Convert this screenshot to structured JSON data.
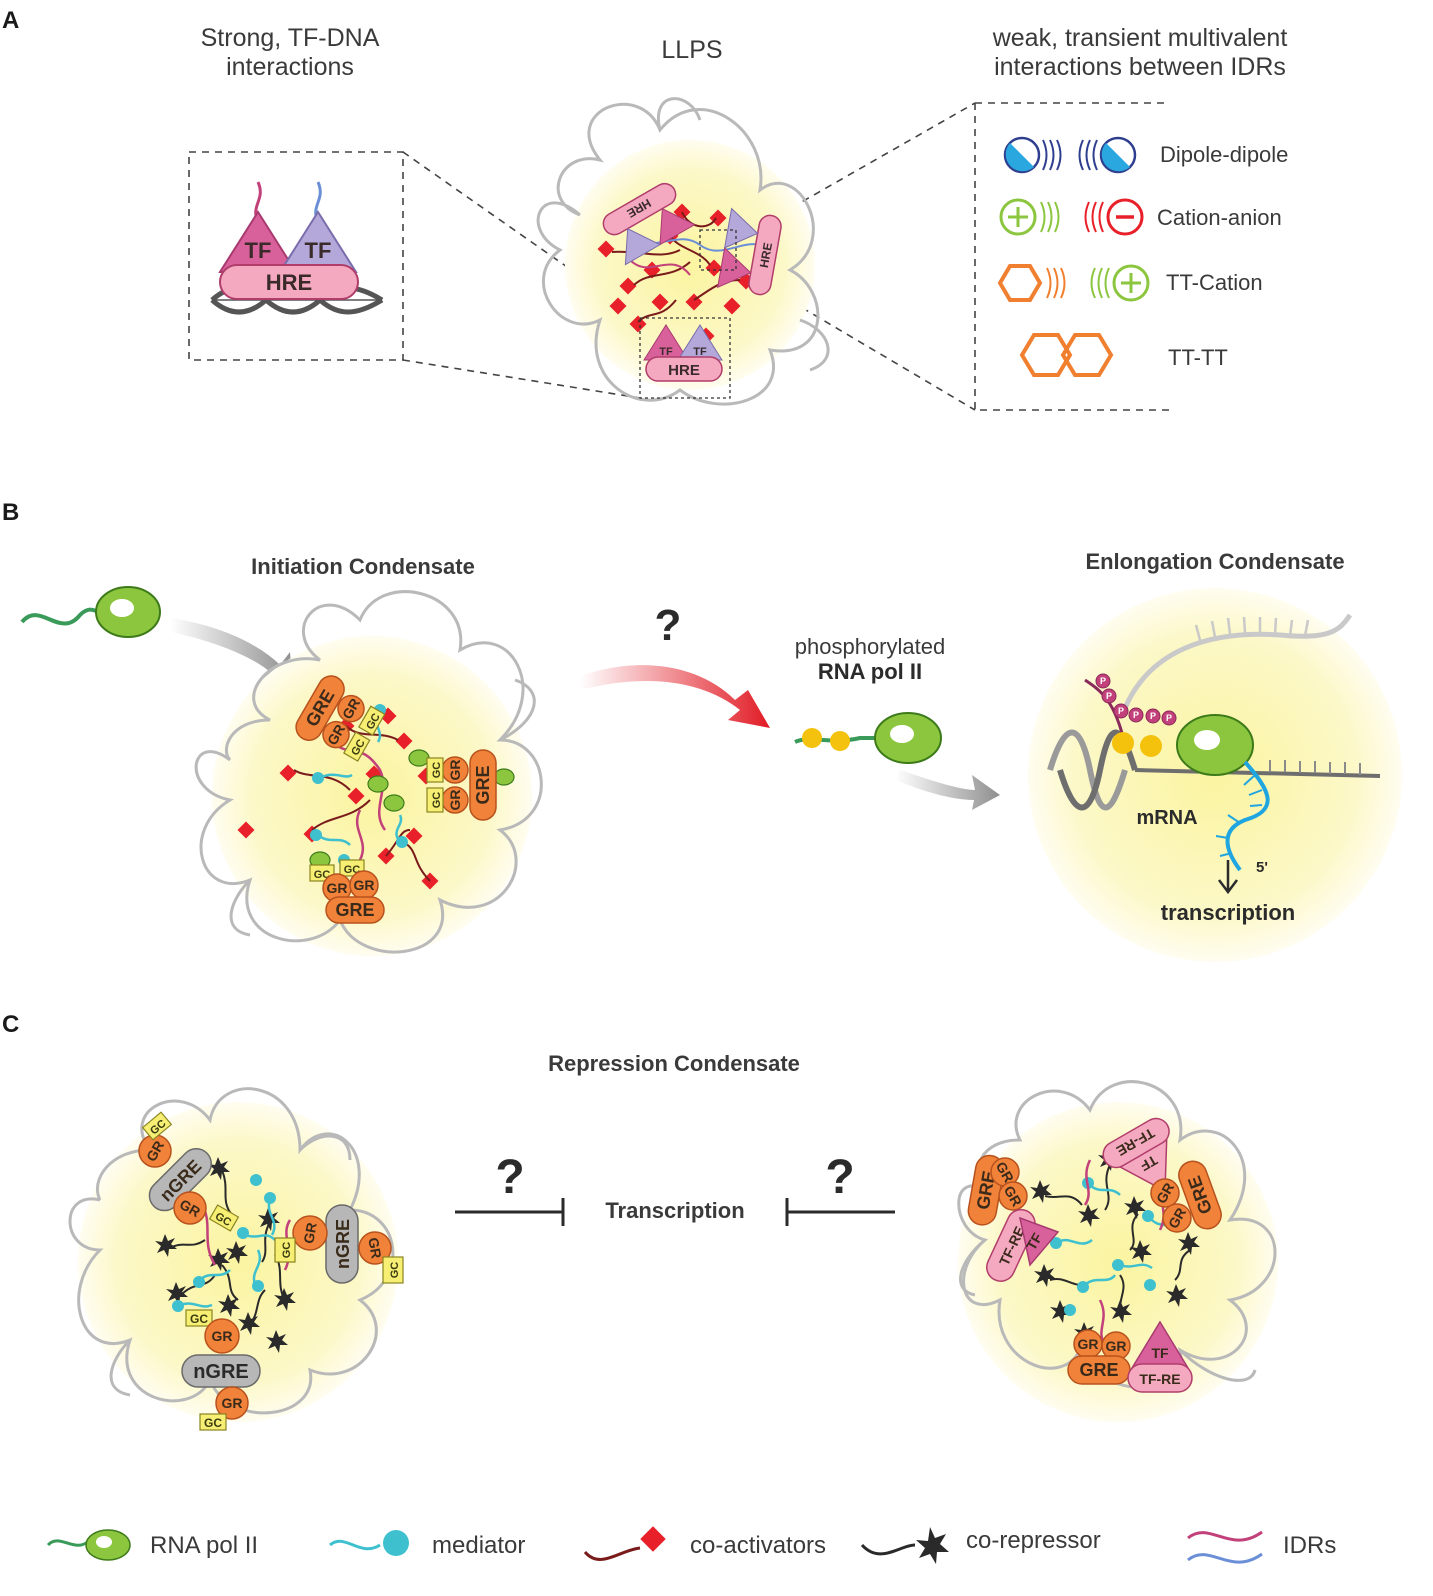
{
  "panels": {
    "a": {
      "letter": "A",
      "left_header_line1": "Strong, TF-DNA",
      "left_header_line2": "interactions",
      "center_header": "LLPS",
      "right_header_line1": "weak, transient multivalent",
      "right_header_line2": "interactions between IDRs",
      "box_tf_left": "TF",
      "box_tf_right": "TF",
      "box_hre": "HRE",
      "interactions": [
        {
          "label": "Dipole-dipole"
        },
        {
          "label": "Cation-anion"
        },
        {
          "label": "TT-Cation"
        },
        {
          "label": "TT-TT"
        }
      ],
      "condensate_tf": "TF",
      "condensate_hre": "HRE"
    },
    "b": {
      "letter": "B",
      "initiation_title": "Initiation Condensate",
      "elongation_title": "Enlongation Condensate",
      "question": "?",
      "phospho_line1": "phosphorylated",
      "phospho_line2": "RNA pol II",
      "mrna": "mRNA",
      "five_prime": "5'",
      "transcription": "transcription",
      "p_label": "P",
      "gre": "GRE",
      "gr": "GR",
      "gc": "GC"
    },
    "c": {
      "letter": "C",
      "title": "Repression Condensate",
      "question_left": "?",
      "question_right": "?",
      "center_label": "Transcription",
      "ngre": "nGRE",
      "gr": "GR",
      "gc": "GC",
      "gre": "GRE",
      "tf": "TF",
      "tf_re": "TF-RE"
    }
  },
  "legend": [
    {
      "label": "RNA pol II"
    },
    {
      "label": "mediator"
    },
    {
      "label": "co-activators"
    },
    {
      "label": "co-repressor"
    },
    {
      "label": "IDRs"
    }
  ],
  "colors": {
    "condensate": "#fbf6a6",
    "polymerase": "#8cc63f",
    "mediator": "#3fc0cf",
    "coactivator": "#e8202a",
    "corepressor": "#2a2a2a",
    "idr_pink": "#c2417a",
    "idr_blue": "#6b8fd6",
    "gr_orange": "#f0823a",
    "chromatin": "#b9b9b9"
  }
}
